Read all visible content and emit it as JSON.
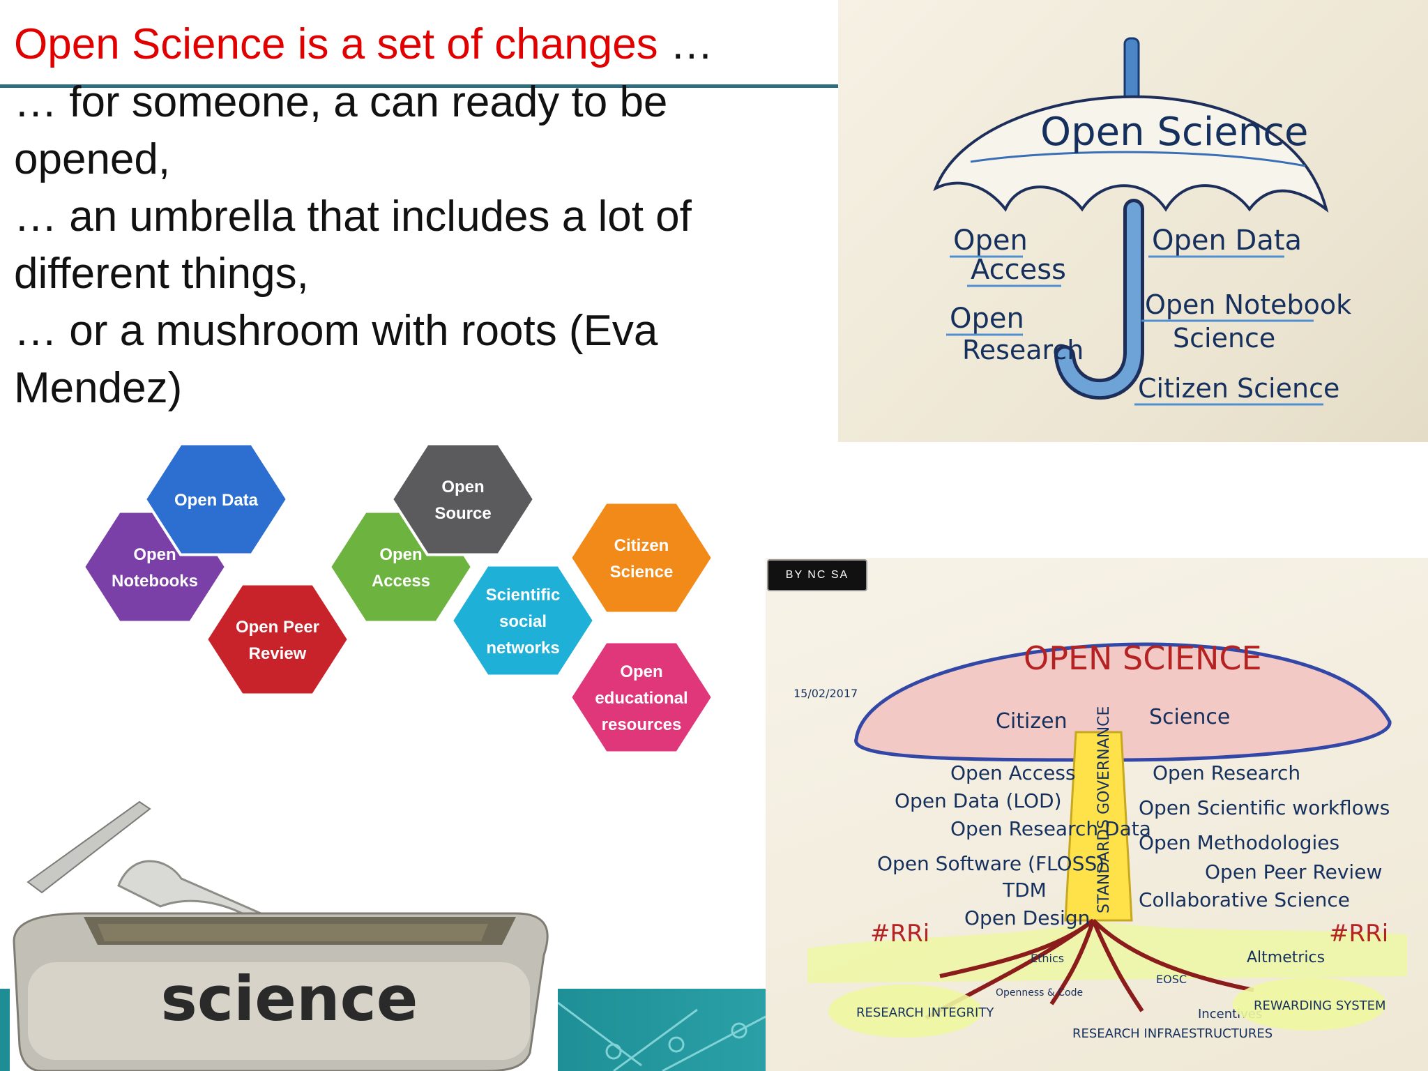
{
  "slide": {
    "title_red": "Open Science is a set of changes",
    "title_tail": " …",
    "lines": [
      "… for someone, a can ready to be",
      "opened,",
      "… an umbrella that includes a lot of",
      "different things,",
      "… or a mushroom with roots (Eva",
      "Mendez)"
    ]
  },
  "umbrella": {
    "title": "Open Science",
    "left_labels": [
      "Open",
      "Access",
      "Open",
      "Research"
    ],
    "right_labels": [
      "Open Data",
      "Open Notebook",
      "Science",
      "Citizen Science"
    ]
  },
  "hexagons": [
    {
      "lines": [
        "Open",
        "Notebooks"
      ],
      "color": "#7b3fa8"
    },
    {
      "lines": [
        "Open Data"
      ],
      "color": "#2c6fd1"
    },
    {
      "lines": [
        "Open Peer",
        "Review"
      ],
      "color": "#c8232a"
    },
    {
      "lines": [
        "Open",
        "Access"
      ],
      "color": "#6db33f"
    },
    {
      "lines": [
        "Open",
        "Source"
      ],
      "color": "#5b5b5e"
    },
    {
      "lines": [
        "Scientific",
        "social",
        "networks"
      ],
      "color": "#1fb0d8"
    },
    {
      "lines": [
        "Citizen",
        "Science"
      ],
      "color": "#f28a1a"
    },
    {
      "lines": [
        "Open",
        "educational",
        "resources"
      ],
      "color": "#e0367a"
    }
  ],
  "can": {
    "label": "science"
  },
  "mushroom": {
    "cc_badge": "BY NC SA",
    "date": "15/02/2017",
    "cap_title": "OPEN SCIENCE",
    "cap_sub_left": "Citizen",
    "cap_sub_right": "Science",
    "stem": "STANDARDS GOVERNANCE",
    "left_items": [
      "Open Access",
      "Open Data (LOD)",
      "Open Research Data",
      "Open Software (FLOSS)",
      "TDM",
      "Open Design"
    ],
    "right_items": [
      "Open Research",
      "Open Scientific workflows",
      "Open Methodologies",
      "Open Peer Review",
      "Collaborative Science"
    ],
    "ground_left": "#RRi",
    "ground_right": "#RRi",
    "roots_left": "RESEARCH INTEGRITY",
    "roots_mid": "RESEARCH INFRAESTRUCTURES",
    "roots_right": "REWARDING SYSTEM",
    "altmetrics": "Altmetrics",
    "incentives": "Incentives",
    "small_root_labels": [
      "Ethics",
      "Openness & Code",
      "EOSC"
    ]
  }
}
